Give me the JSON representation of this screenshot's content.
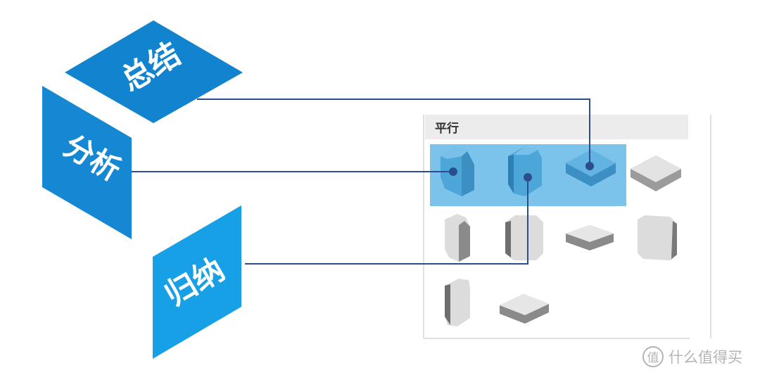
{
  "cube": {
    "top_label": "总结",
    "left_label": "分析",
    "bottom_label": "归纳"
  },
  "panel": {
    "header": "平行"
  },
  "watermark": {
    "text": "什么值得买",
    "symbol": "值"
  },
  "colors": {
    "face_top": "#1283cf",
    "face_left": "#1687d2",
    "face_bottom": "#18a0e6",
    "connector": "#2b4d90",
    "highlight": "#7cc3ec",
    "shape_gray": "#d2d2d2",
    "shape_blue": "#4ca7d8"
  }
}
